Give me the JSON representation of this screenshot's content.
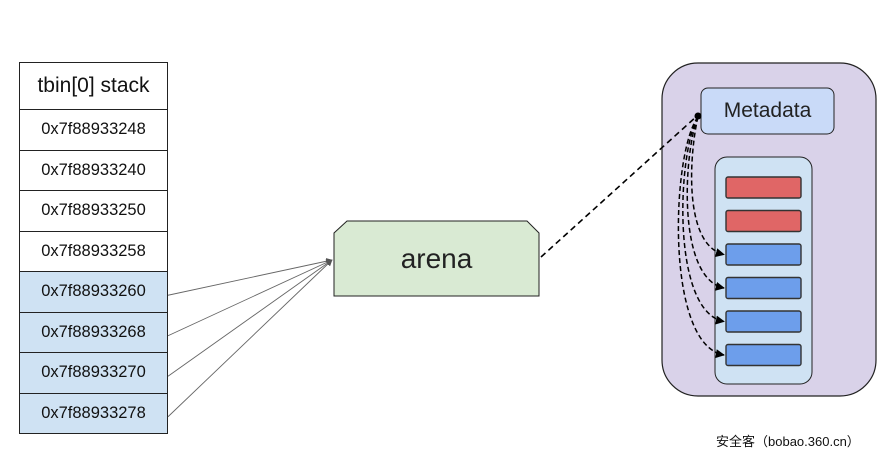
{
  "stack": {
    "header": "tbin[0] stack",
    "entries": [
      {
        "address": "0x7f88933248",
        "highlighted": false
      },
      {
        "address": "0x7f88933240",
        "highlighted": false
      },
      {
        "address": "0x7f88933250",
        "highlighted": false
      },
      {
        "address": "0x7f88933258",
        "highlighted": false
      },
      {
        "address": "0x7f88933260",
        "highlighted": true
      },
      {
        "address": "0x7f88933268",
        "highlighted": true
      },
      {
        "address": "0x7f88933270",
        "highlighted": true
      },
      {
        "address": "0x7f88933278",
        "highlighted": true
      }
    ]
  },
  "arena": {
    "label": "arena"
  },
  "metadata": {
    "label": "Metadata"
  },
  "chunks": [
    "used",
    "used",
    "free",
    "free",
    "free",
    "free"
  ],
  "colors": {
    "highlight": "#cfe2f3",
    "arena_fill": "#d9ead3",
    "outer_fill": "#d9d2e9",
    "metadata_fill": "#c9daf8",
    "chunk_panel_fill": "#cfe2f3",
    "used_chunk": "#e06666",
    "free_chunk": "#6d9eeb"
  },
  "watermark": "安全客（bobao.360.cn）"
}
